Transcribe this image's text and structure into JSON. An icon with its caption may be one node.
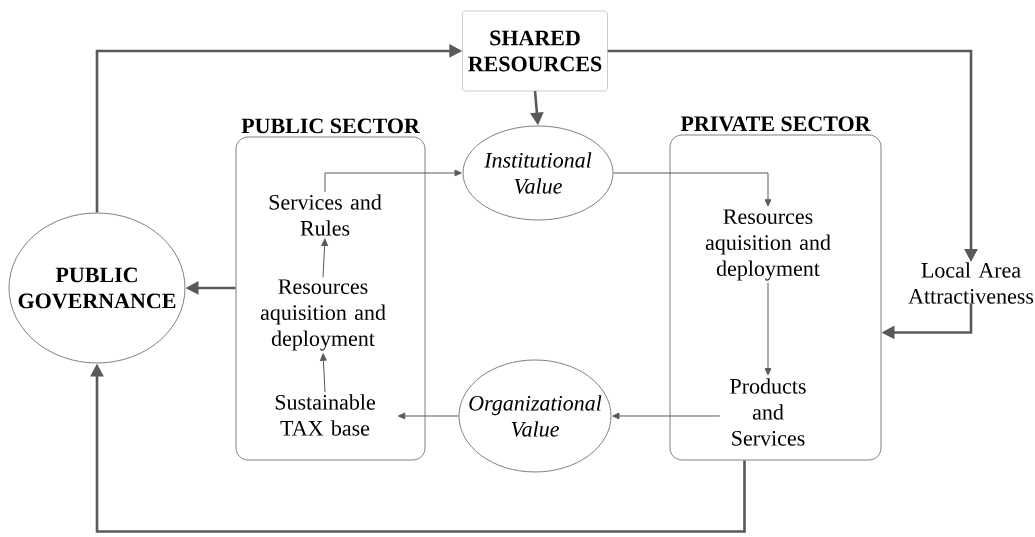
{
  "diagram": {
    "nodes": [
      {
        "text": [
          "SHARED RESOURCES"
        ]
      },
      {
        "text": [
          "PUBLIC SECTOR"
        ]
      },
      {
        "text": [
          "Services and Rules"
        ],
        "in": 1
      },
      {
        "text": [
          "Resources aquisition and deployment"
        ],
        "in": 1
      },
      {
        "text": [
          "Sustainable TAX base"
        ],
        "in": 1
      },
      {
        "text": [
          "Institutional Value"
        ]
      },
      {
        "text": [
          "Organizational Value"
        ]
      },
      {
        "text": [
          "PRIVATE SECTOR"
        ]
      },
      {
        "text": [
          "Resources aquisition and deployment"
        ],
        "in": 7
      },
      {
        "text": [
          "Products and Services"
        ],
        "in": 7
      },
      {
        "text": [
          "Local Area Attractiveness"
        ]
      },
      {
        "text": [
          "PUBLIC GOVERNANCE"
        ]
      }
    ],
    "edges": [
      {
        "from": 11,
        "to": 0,
        "arrow": "to",
        "style": "thick"
      },
      {
        "from": 0,
        "to": 5,
        "arrow": "to",
        "style": "thick"
      },
      {
        "from": 0,
        "to": 10,
        "arrow": "to",
        "style": "thick"
      },
      {
        "from": 10,
        "to": 7,
        "arrow": "to",
        "style": "thick"
      },
      {
        "from": 1,
        "to": 11,
        "arrow": "to",
        "style": "thick"
      },
      {
        "from": 7,
        "to": 11,
        "arrow": "to",
        "style": "thick"
      },
      {
        "from": 2,
        "to": 5,
        "arrow": "to"
      },
      {
        "from": 5,
        "to": 8,
        "arrow": "to"
      },
      {
        "from": 8,
        "to": 9,
        "arrow": "to"
      },
      {
        "from": 9,
        "to": 6,
        "arrow": "to"
      },
      {
        "from": 6,
        "to": 4,
        "arrow": "to"
      },
      {
        "from": 4,
        "to": 3,
        "arrow": "to"
      },
      {
        "from": 3,
        "to": 2,
        "arrow": "to"
      }
    ]
  }
}
